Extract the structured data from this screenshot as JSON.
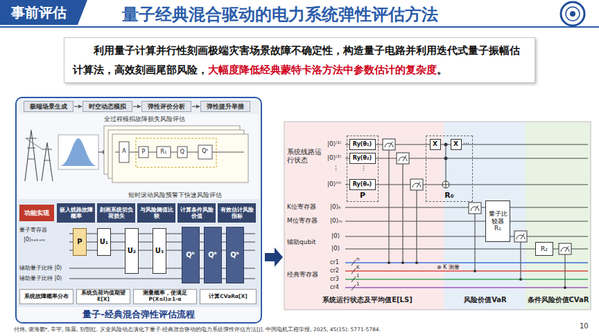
{
  "diagram": {
    "title": "量子经典混合驱动的电力系统弹性评估方法",
    "nodes": [
      {
        "text": [
          "事前评估"
        ]
      },
      {
        "text": [
          "利用量子计算并行性刻画极端灾害场景故障不确定性，构造量子电路并利用迭代式量子振幅估计算法，高效刻画尾部风险，",
          "大幅度降低经典蒙特卡洛方法中参数估计的复杂度",
          "。"
        ]
      },
      {
        "text": [
          "量子-经典混合弹性评估流程"
        ]
      },
      {
        "text": [
          "极端场景生成"
        ],
        "in": 2
      },
      {
        "text": [
          "时空动态模拟"
        ],
        "in": 2
      },
      {
        "text": [
          "弹性评价分析"
        ],
        "in": 2
      },
      {
        "text": [
          "弹性提升举措"
        ],
        "in": 2
      },
      {
        "text": [
          "功能实现"
        ],
        "in": 2
      },
      {
        "text": [
          "嵌入线路故障概率"
        ],
        "in": 2
      },
      {
        "text": [
          "刻画系统切负荷损失"
        ],
        "in": 2
      },
      {
        "text": [
          "与风险阈值比较"
        ],
        "in": 2
      },
      {
        "text": [
          "计算条件风险价值"
        ],
        "in": 2
      },
      {
        "text": [
          "有效估计风险指标"
        ],
        "in": 2
      },
      {
        "text": [
          "P"
        ],
        "in": 2
      },
      {
        "text": [
          "U₁"
        ],
        "in": 2
      },
      {
        "text": [
          "U₂"
        ],
        "in": 2
      },
      {
        "text": [
          "U₃"
        ],
        "in": 2
      },
      {
        "text": [
          "Qᵏ"
        ],
        "in": 2
      },
      {
        "text": [
          "Qᵏ"
        ],
        "in": 2
      },
      {
        "text": [
          "Qᵏ"
        ],
        "in": 2
      },
      {
        "text": [
          "系统故障概率分布"
        ],
        "in": 2
      },
      {
        "text": [
          "系统负荷均值期望E[X]"
        ],
        "in": 2
      },
      {
        "text": [
          "测量概率，使满足P(X≤l)≥1-α"
        ],
        "in": 2
      },
      {
        "text": [
          "计算CVaRα[X]"
        ],
        "in": 2
      },
      {
        "text": [
          "P"
        ]
      },
      {
        "text": [
          "Ry(θ₁)"
        ],
        "in": 24
      },
      {
        "text": [
          "Ry(θ₂)"
        ],
        "in": 24
      },
      {
        "text": [
          "Ry(θₙ)"
        ],
        "in": 24
      },
      {
        "text": [
          "R₀"
        ]
      },
      {
        "text": [
          "X"
        ],
        "in": 28
      },
      {
        "text": [
          "X"
        ],
        "in": 28
      },
      {
        "text": [
          "量子比较器",
          "R₁"
        ]
      },
      {
        "text": [
          "R₂"
        ]
      }
    ],
    "edges": [
      {
        "from": 3,
        "to": 4,
        "arrow": "to"
      },
      {
        "from": 4,
        "to": 5,
        "arrow": "to"
      },
      {
        "from": 5,
        "to": 6,
        "arrow": "to"
      }
    ],
    "labels": [
      "全过程模拟故障损失风险评估",
      "短时滚动风险预警下快速风险评估",
      "A",
      "P",
      "R₁",
      "Q",
      "Qᵏ",
      "量子寄存器",
      "|0⟩ₙ₊ₖ₊ₘ",
      "辅助量子比特 |0⟩",
      "辅助量子比特 |0⟩",
      "系统线路运行状态",
      "|0⟩⁽¹⁾",
      "|0⟩⁽²⁾",
      "⋮",
      "|0⟩⁽ⁿ⁾",
      "K位寄存器",
      "|0⟩ₖ",
      "M位寄存器",
      "|0⟩ₘ",
      "辅助qubit",
      "|0⟩",
      "|0⟩",
      "经典寄存器",
      "cr1",
      "cr2",
      "cr3",
      "cr4",
      "n",
      "K",
      "1",
      "1",
      "⊗ K 测量",
      "系统运行状态及平均值E[LS]",
      "风险价值VaR",
      "条件风险价值CVaR",
      "⋮",
      "⋯",
      "付炜, 谢海鹏*, 辛宇, 陈晨, 别朝红. 灾变风险动态演化下量子-经典混合驱动的电力系统弹性评估方法[J]. 中国电机工程学报, 2025, 45(15): 5771-5784.",
      "10"
    ]
  }
}
